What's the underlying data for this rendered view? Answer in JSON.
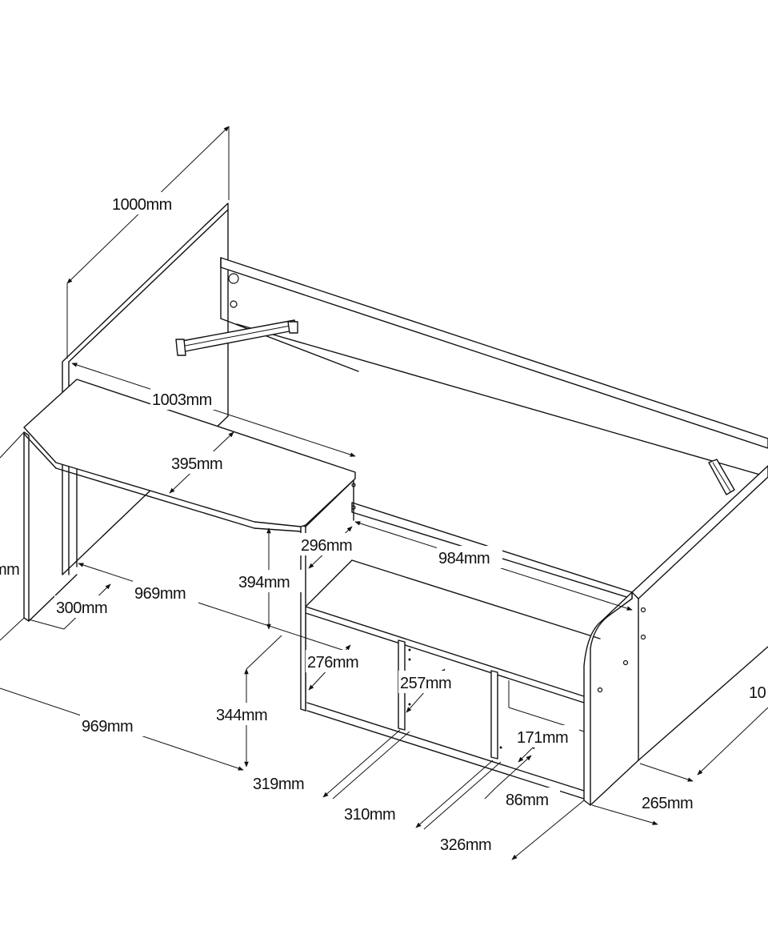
{
  "dimensions": {
    "headboard_height": "1000mm",
    "desk_length": "1003mm",
    "desk_depth": "395mm",
    "side_cut_depth": "296mm",
    "bed_length": "984mm",
    "desk_leg_height": "394mm",
    "desk_span": "969mm",
    "desk_leg_depth": "300mm",
    "left_partial": "mm",
    "shelf_depth": "276mm",
    "shelf_height": "257mm",
    "lower_height": "344mm",
    "base_length": "969mm",
    "compartment_1": "319mm",
    "compartment_2": "310mm",
    "compartment_3": "326mm",
    "small_shelf": "171mm",
    "front_offset": "86mm",
    "end_depth": "265mm",
    "right_partial": "10"
  }
}
